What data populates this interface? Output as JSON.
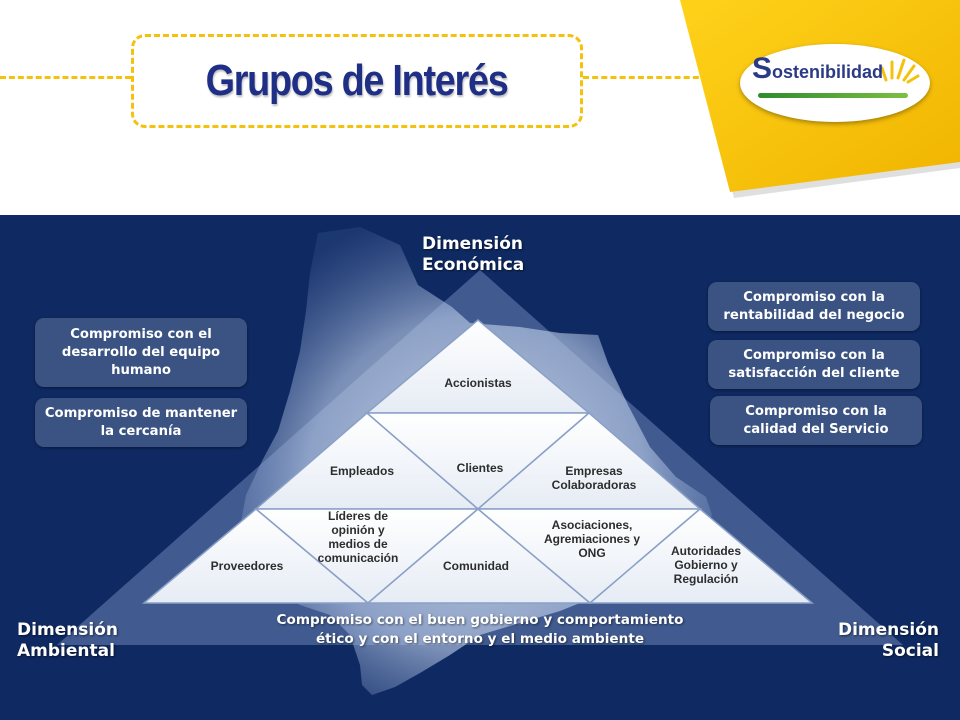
{
  "header": {
    "title": "Grupos de Interés",
    "logo": {
      "initial": "S",
      "rest": "ostenibilidad"
    }
  },
  "dimensions": {
    "top": [
      "Dimensión",
      "Económica"
    ],
    "left": [
      "Dimensión",
      "Ambiental"
    ],
    "right": [
      "Dimensión",
      "Social"
    ]
  },
  "commitments": {
    "left": [
      "Compromiso con el desarrollo del equipo humano",
      "Compromiso  de mantener la cercanía"
    ],
    "right": [
      "Compromiso con la rentabilidad  del negocio",
      "Compromiso con la satisfacción del cliente",
      "Compromiso con la calidad del Servicio"
    ],
    "base": [
      "Compromiso con el buen gobierno y comportamiento",
      "ético y con el entorno y el medio ambiente"
    ]
  },
  "stakeholders": {
    "accionistas": "Accionistas",
    "empleados": "Empleados",
    "clientes": "Clientes",
    "empresas": [
      "Empresas",
      "Colaboradoras"
    ],
    "lideres": [
      "Líderes de",
      "opinión y",
      "medios de",
      "comunicación"
    ],
    "asociaciones": [
      "Asociaciones,",
      "Agremiaciones y",
      "ONG"
    ],
    "proveedores": "Proveedores",
    "comunidad": "Comunidad",
    "autoridades": [
      "Autoridades",
      "Gobierno y",
      "Regulación"
    ]
  },
  "colors": {
    "title": "#1f2f86",
    "accent_yellow": "#f4c20d",
    "band_blue": "#0f2a63",
    "pill_blue": "#3a5382"
  }
}
